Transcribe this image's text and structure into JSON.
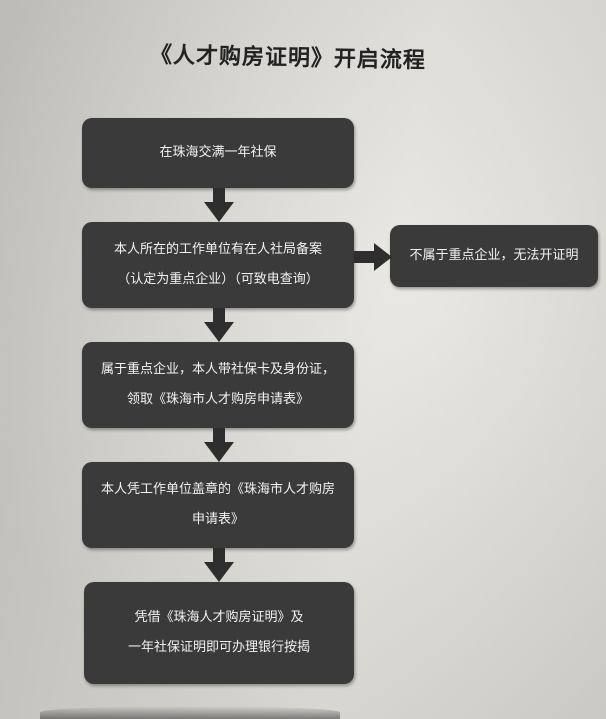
{
  "title": "《人才购房证明》开启流程",
  "steps": [
    {
      "lines": [
        "在珠海交满一年社保"
      ]
    },
    {
      "lines": [
        "本人所在的工作单位有在人社局备案",
        "（认定为重点企业）（可致电查询）"
      ]
    },
    {
      "lines": [
        "属于重点企业，本人带社保卡及身份证，",
        "领取《珠海市人才购房申请表》"
      ]
    },
    {
      "lines": [
        "本人凭工作单位盖章的《珠海市人才购房",
        "申请表》"
      ]
    },
    {
      "lines": [
        "凭借《珠海人才购房证明》及",
        "一年社保证明即可办理银行按揭"
      ]
    }
  ],
  "side_branch": {
    "lines": [
      "不属于重点企业，无法开证明"
    ]
  },
  "colors": {
    "box": "#3a3a3a",
    "box_text": "#f2f2f2",
    "arrow": "#2e2e2e"
  }
}
